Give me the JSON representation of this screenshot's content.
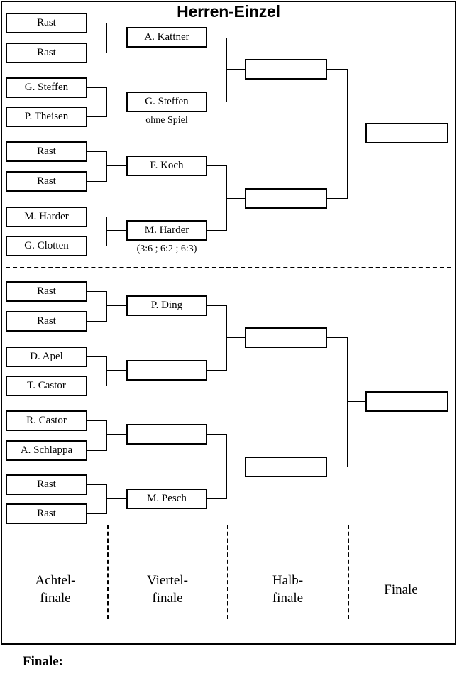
{
  "title": "Herren-Einzel",
  "footer": {
    "label": "Finale:"
  },
  "round_captions": [
    {
      "name": "achtelfinale",
      "text": "Achtel-\nfinale"
    },
    {
      "name": "viertelfinale",
      "text": "Viertel-\nfinale"
    },
    {
      "name": "halbfinale",
      "text": "Halb-\nfinale"
    },
    {
      "name": "finale",
      "text": "Finale"
    }
  ],
  "bracket": {
    "round_of_16": [
      {
        "id": "r16-1",
        "label": "Rast"
      },
      {
        "id": "r16-2",
        "label": "Rast"
      },
      {
        "id": "r16-3",
        "label": "G. Steffen"
      },
      {
        "id": "r16-4",
        "label": "P. Theisen"
      },
      {
        "id": "r16-5",
        "label": "Rast"
      },
      {
        "id": "r16-6",
        "label": "Rast"
      },
      {
        "id": "r16-7",
        "label": "M. Harder"
      },
      {
        "id": "r16-8",
        "label": "G. Clotten"
      },
      {
        "id": "r16-9",
        "label": "Rast"
      },
      {
        "id": "r16-10",
        "label": "Rast"
      },
      {
        "id": "r16-11",
        "label": "D. Apel"
      },
      {
        "id": "r16-12",
        "label": "T. Castor"
      },
      {
        "id": "r16-13",
        "label": "R. Castor"
      },
      {
        "id": "r16-14",
        "label": "A. Schlappa"
      },
      {
        "id": "r16-15",
        "label": "Rast"
      },
      {
        "id": "r16-16",
        "label": "Rast"
      }
    ],
    "quarter_finals": [
      {
        "id": "qf-1",
        "label": "A. Kattner",
        "note": ""
      },
      {
        "id": "qf-2",
        "label": "G. Steffen",
        "note": "ohne Spiel"
      },
      {
        "id": "qf-3",
        "label": "F. Koch",
        "note": ""
      },
      {
        "id": "qf-4",
        "label": "M. Harder",
        "note": "(3:6 ; 6:2 ; 6:3)"
      },
      {
        "id": "qf-5",
        "label": "P. Ding",
        "note": ""
      },
      {
        "id": "qf-6",
        "label": "",
        "note": ""
      },
      {
        "id": "qf-7",
        "label": "",
        "note": ""
      },
      {
        "id": "qf-8",
        "label": "M. Pesch",
        "note": ""
      }
    ],
    "semi_finals": [
      {
        "id": "sf-1",
        "label": ""
      },
      {
        "id": "sf-2",
        "label": ""
      },
      {
        "id": "sf-3",
        "label": ""
      },
      {
        "id": "sf-4",
        "label": ""
      }
    ],
    "finals": [
      {
        "id": "fin-1",
        "label": ""
      },
      {
        "id": "fin-2",
        "label": ""
      }
    ]
  }
}
